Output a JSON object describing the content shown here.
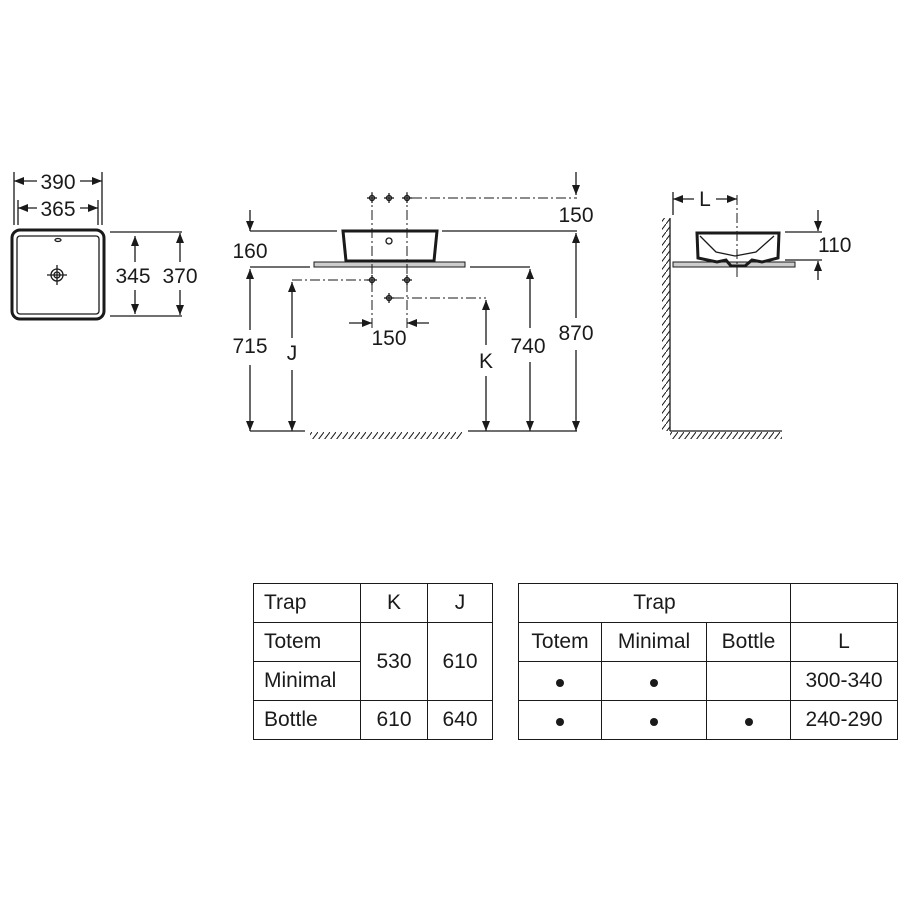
{
  "top_view": {
    "width_outer": "390",
    "width_inner": "365",
    "depth_inner": "345",
    "depth_outer": "370"
  },
  "front_view": {
    "basin_height": "160",
    "tap_height": "150",
    "counter_height_to_floor": "715",
    "drain_label_j": "J",
    "tap_spacing": "150",
    "drain_label_k": "K",
    "counter_top": "740",
    "basin_top": "870"
  },
  "side_view": {
    "projection_label": "L",
    "depth": "110"
  },
  "trap_table": {
    "headers": [
      "Trap",
      "K",
      "J"
    ],
    "rows": [
      {
        "trap": "Totem"
      },
      {
        "trap": "Minimal"
      },
      {
        "trap": "Bottle",
        "k": "610",
        "j": "640"
      }
    ],
    "merged_k": "530",
    "merged_j": "610"
  },
  "l_table": {
    "header": "Trap",
    "subheaders": [
      "Totem",
      "Minimal",
      "Bottle",
      "L"
    ],
    "rows": [
      {
        "totem": true,
        "minimal": true,
        "bottle": false,
        "l": "300-340"
      },
      {
        "totem": true,
        "minimal": true,
        "bottle": true,
        "l": "240-290"
      }
    ]
  }
}
